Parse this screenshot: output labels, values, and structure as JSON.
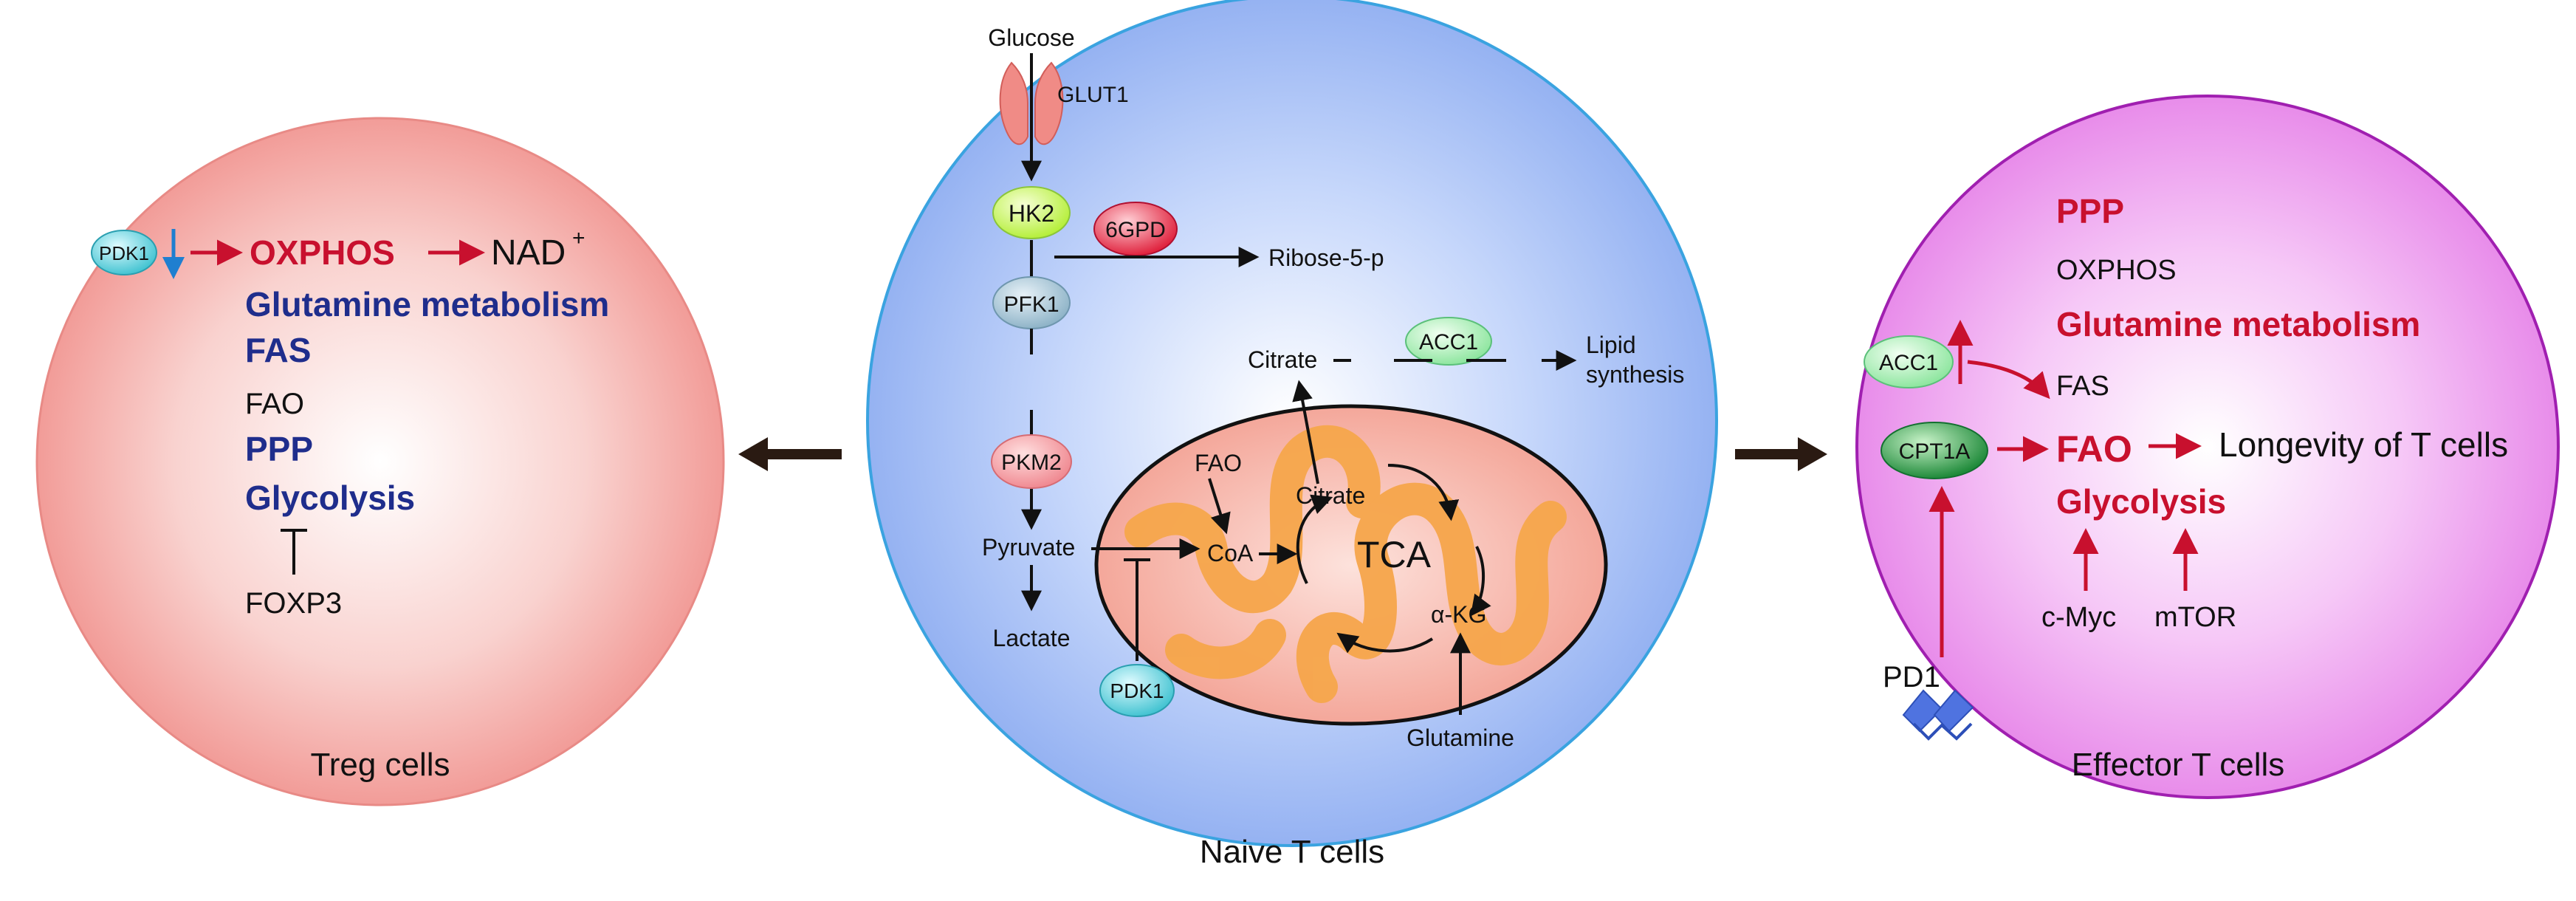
{
  "colors": {
    "red": "#c8102e",
    "blue": "#1f2d8c",
    "treg_fill": "#f4a8a4",
    "naive_fill": "#a9c4f5",
    "naive_stroke": "#3aa3e0",
    "effector_fill": "#ee9ef0",
    "effector_stroke": "#a01fb0",
    "mito_fill": "#f7b3a6",
    "cristae": "#f6a64b"
  },
  "treg": {
    "title": "Treg cells",
    "pdk1": "PDK1",
    "oxphos": "OXPHOS",
    "nad": "NAD",
    "nad_sup": "+",
    "glutamine": "Glutamine metabolism",
    "fas": "FAS",
    "fao": "FAO",
    "ppp": "PPP",
    "glycolysis": "Glycolysis",
    "foxp3": "FOXP3"
  },
  "naive": {
    "title": "Naive T cells",
    "glucose": "Glucose",
    "glut1": "GLUT1",
    "hk2": "HK2",
    "g6pd": "6GPD",
    "ribose": "Ribose-5-p",
    "pfk1": "PFK1",
    "citrate_out": "Citrate",
    "acc1": "ACC1",
    "lipid1": "Lipid",
    "lipid2": "synthesis",
    "pkm2": "PKM2",
    "fao": "FAO",
    "citrate_in": "Citrate",
    "pyruvate": "Pyruvate",
    "coa": "CoA",
    "tca": "TCA",
    "akg": "α-KG",
    "lactate": "Lactate",
    "pdk1": "PDK1",
    "glutamine": "Glutamine"
  },
  "effector": {
    "title": "Effector  T cells",
    "ppp": "PPP",
    "oxphos": "OXPHOS",
    "glutamine": "Glutamine metabolism",
    "acc1": "ACC1",
    "fas": "FAS",
    "cpt1a": "CPT1A",
    "fao": "FAO",
    "longevity": "Longevity of T cells",
    "glycolysis": "Glycolysis",
    "cmyc": "c-Myc",
    "mtor": "mTOR",
    "pd1": "PD1"
  }
}
